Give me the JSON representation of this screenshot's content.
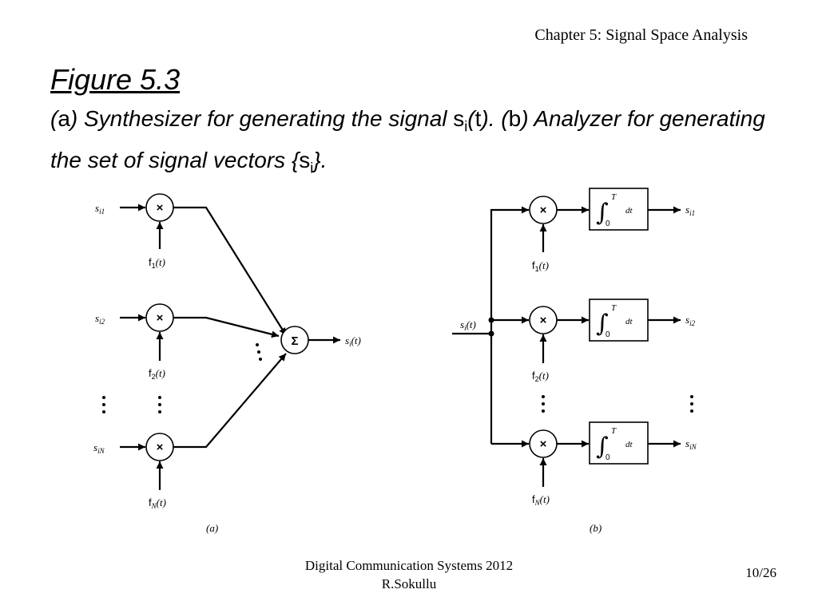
{
  "header": {
    "chapter": "Chapter 5: Signal Space Analysis",
    "figure_title": "Figure 5.3"
  },
  "caption": {
    "part_a_open": "(",
    "part_a_letter": "a",
    "part_a_text": ") Synthesizer for generating the signal ",
    "signal_s": "s",
    "signal_i": "i",
    "signal_open": "(",
    "signal_t": "t",
    "part_b_open": "). (",
    "part_b_letter": "b",
    "part_b_text": ") Analyzer for generating the set of signal vectors ",
    "set_open": "{",
    "set_s": "s",
    "set_i": "i",
    "set_close": "}."
  },
  "diagram_a": {
    "inputs": [
      "s",
      "s",
      "s"
    ],
    "input_subs": [
      "i1",
      "i2",
      "iN"
    ],
    "functions": [
      "f",
      "f",
      "f"
    ],
    "function_subs": [
      "1",
      "2",
      "N"
    ],
    "function_arg": "(t)",
    "multiply_symbol": "×",
    "sum_symbol": "Σ",
    "output": "s",
    "output_sub": "i",
    "output_arg": "(t)",
    "part_label": "(a)"
  },
  "diagram_b": {
    "input": "s",
    "input_sub": "i",
    "input_arg": "(t)",
    "functions": [
      "f",
      "f",
      "f"
    ],
    "function_subs": [
      "1",
      "2",
      "N"
    ],
    "function_arg": "(t)",
    "multiply_symbol": "×",
    "integral_symbol": "∫",
    "integral_upper": "T",
    "integral_lower": "0",
    "integral_dt": "dt",
    "outputs": [
      "s",
      "s",
      "s"
    ],
    "output_subs": [
      "i1",
      "i2",
      "iN"
    ],
    "part_label": "(b)"
  },
  "footer": {
    "course": "Digital Communication Systems 2012",
    "author": "R.Sokullu",
    "slide_number": "10/26"
  }
}
